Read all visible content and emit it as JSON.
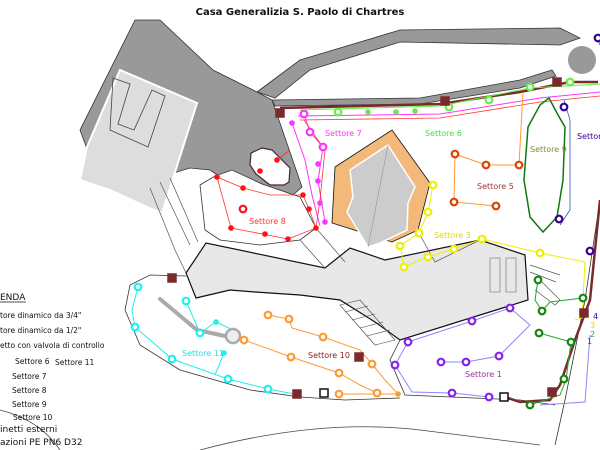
{
  "title": "Casa Generalizia S. Paolo di Chartres",
  "legend": {
    "heading": "ENDA",
    "items": [
      "tore dinamico da 3/4\"",
      "tore dinamico da 1/2\"",
      "etto con valvola di controllo"
    ],
    "sectors": [
      {
        "label": "Settore 6",
        "color": "#44dd44"
      },
      {
        "label": "Settore 11",
        "color": "#22dddd"
      },
      {
        "label": "Settore 7",
        "color": "#ee22ee"
      },
      {
        "label": "Settore 8",
        "color": "#ee2222"
      },
      {
        "label": "Settore 9",
        "color": "#888888"
      },
      {
        "label": "Settore 10",
        "color": "#992222"
      }
    ],
    "footer": [
      "inetti esterni",
      "azioni PE PN6 D32"
    ]
  },
  "map_labels": {
    "settore_7": "Settore 7",
    "settore_6": "Settore 6",
    "settore_9": "Settore 9",
    "settore_5": "Settore 5",
    "settore_3": "Settore 3",
    "settore_8": "Settore 8",
    "settore_11": "Settore 11",
    "settore_10": "Settore 10",
    "settore_1": "Settore 1",
    "settore_4_partial": "Settore",
    "line_4": "4",
    "line_3": "3",
    "line_2": "2",
    "line_1": "1"
  },
  "colors": {
    "sector6": "#66ee44",
    "sector7": "#ff33ff",
    "sector8": "#ff1111",
    "sector9": "#117711",
    "sector5": "#dd4400",
    "sector3": "#eeee00",
    "sector2": "#118811",
    "sector1": "#8822ee",
    "sector10": "#ff9933",
    "sector11": "#22eeee",
    "sector4": "#330099",
    "pipe": "#7a2a2a"
  }
}
